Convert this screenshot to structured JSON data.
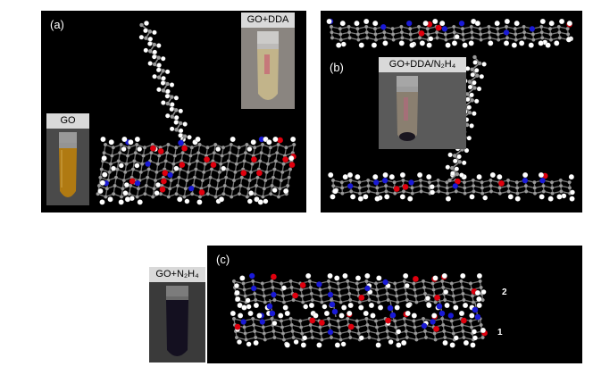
{
  "panels": {
    "a": {
      "label": "(a)",
      "photo_go": {
        "caption": "GO",
        "liquid_color": "#b07a12"
      },
      "photo_go_dda": {
        "caption": "GO+DDA",
        "liquid_color": "#c2b48a"
      }
    },
    "b": {
      "label": "(b)",
      "photo_go_dda_n2h4": {
        "caption": "GO+DDA/N₂H₄",
        "liquid_color": "#8a7f70"
      }
    },
    "c": {
      "label": "(c)",
      "layer_top": "2",
      "layer_bottom": "1"
    }
  },
  "photo_go_n2h4": {
    "caption": "GO+N₂H₄",
    "liquid_color": "#141020"
  },
  "colors": {
    "carbon": "#9a9a9a",
    "hydrogen": "#ffffff",
    "oxygen": "#e0000e",
    "nitrogen": "#1a1ad8",
    "background": "#000000"
  }
}
